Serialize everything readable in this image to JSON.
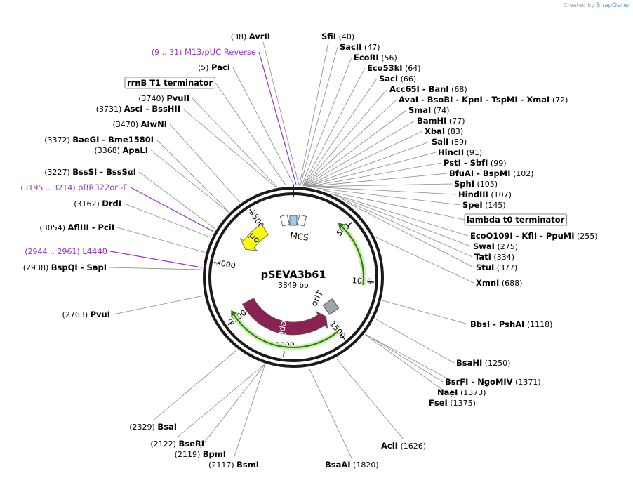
{
  "credit": {
    "created_by": "Created by",
    "brand": "SnapGene"
  },
  "plasmid": {
    "name": "pSEVA3b61",
    "size_text": "3849 bp",
    "length": 3849
  },
  "ticks": [
    {
      "label": "500",
      "bp": 500
    },
    {
      "label": "1000",
      "bp": 1000
    },
    {
      "label": "1500",
      "bp": 1500
    },
    {
      "label": "2000",
      "bp": 2000
    },
    {
      "label": "2500",
      "bp": 2500
    },
    {
      "label": "3000",
      "bp": 3000
    },
    {
      "label": "3500",
      "bp": 3500
    }
  ],
  "features": [
    {
      "label": "ori",
      "start": 3210,
      "end": 3520,
      "dir": -1,
      "color": "#ffff00",
      "label_color": "#000000"
    },
    {
      "label": "repB",
      "start": 1500,
      "end": 2590,
      "dir": -1,
      "color": "#8b2252",
      "label_color": "#ffffff"
    },
    {
      "label": "oriT",
      "start": 1340,
      "end": 1400,
      "dir": 0,
      "color": "#a0a4a8",
      "label_color": "#000000"
    },
    {
      "label": "MCS",
      "start": 30,
      "end": 160,
      "dir": 0,
      "color": "#ffffff",
      "label_color": "#000000"
    }
  ],
  "orfs": [
    {
      "start": 470,
      "end": 1030,
      "dir": 1
    },
    {
      "start": 1500,
      "end": 2540,
      "dir": -1
    }
  ],
  "labels_right": [
    {
      "pos": "(38)",
      "name": "AvrII"
    },
    {
      "name": "SfiI",
      "pos": "(40)"
    },
    {
      "name": "SacII",
      "pos": "(47)"
    },
    {
      "name": "EcoRI",
      "pos": "(56)"
    },
    {
      "name": "Eco53kI",
      "pos": "(64)"
    },
    {
      "name": "SacI",
      "pos": "(66)"
    },
    {
      "name": "Acc65I  -  BanI",
      "pos": "(68)"
    },
    {
      "name": "AvaI  -  BsoBI  -  KpnI  -  TspMI  -  XmaI",
      "pos": "(72)"
    },
    {
      "name": "SmaI",
      "pos": "(74)"
    },
    {
      "name": "BamHI",
      "pos": "(77)"
    },
    {
      "name": "XbaI",
      "pos": "(83)"
    },
    {
      "name": "SalI",
      "pos": "(89)"
    },
    {
      "name": "HincII",
      "pos": "(91)"
    },
    {
      "name": "PstI  -  SbfI",
      "pos": "(99)"
    },
    {
      "name": "BfuAI  -  BspMI",
      "pos": "(102)"
    },
    {
      "name": "SphI",
      "pos": "(105)"
    },
    {
      "name": "HindIII",
      "pos": "(107)"
    },
    {
      "name": "SpeI",
      "pos": "(145)"
    },
    {
      "name": "lambda t0 terminator",
      "pos": ""
    },
    {
      "name": "EcoO109I  -  KflI  -  PpuMI",
      "pos": "(255)"
    },
    {
      "name": "SwaI",
      "pos": "(275)"
    },
    {
      "name": "TatI",
      "pos": "(334)"
    },
    {
      "name": "StuI",
      "pos": "(377)"
    },
    {
      "name": "XmnI",
      "pos": "(688)"
    },
    {
      "name": "BbsI  -  PshAI",
      "pos": "(1118)"
    },
    {
      "name": "BsaHI",
      "pos": "(1250)"
    },
    {
      "name": "BsrFI  -  NgoMIV",
      "pos": "(1371)"
    },
    {
      "name": "NaeI",
      "pos": "(1373)"
    },
    {
      "name": "FseI",
      "pos": "(1375)"
    },
    {
      "name": "AclI",
      "pos": "(1626)"
    },
    {
      "name": "BsaAI",
      "pos": "(1820)"
    }
  ],
  "labels_left": [
    {
      "pos": "(9 .. 31)",
      "name": "M13/pUC Reverse"
    },
    {
      "pos": "(5)",
      "name": "PacI"
    },
    {
      "pos": "",
      "name": "rrnB T1 terminator"
    },
    {
      "pos": "(3740)",
      "name": "PvuII"
    },
    {
      "pos": "(3731)",
      "name": "AscI  -  BssHII"
    },
    {
      "pos": "(3470)",
      "name": "AlwNI"
    },
    {
      "pos": "(3372)",
      "name": "BaeGI  -  Bme1580I"
    },
    {
      "pos": "(3368)",
      "name": "ApaLI"
    },
    {
      "pos": "(3227)",
      "name": "BssSI  -  BssSαI"
    },
    {
      "pos": "(3195 .. 3214)",
      "name": "pBR322ori-F"
    },
    {
      "pos": "(3162)",
      "name": "DrdI"
    },
    {
      "pos": "(3054)",
      "name": "AflIII  -  PciI"
    },
    {
      "pos": "(2944 .. 2961)",
      "name": "L4440"
    },
    {
      "pos": "(2938)",
      "name": "BspQI  -  SapI"
    },
    {
      "pos": "(2763)",
      "name": "PvuI"
    },
    {
      "pos": "(2329)",
      "name": "BsaI"
    },
    {
      "pos": "(2122)",
      "name": "BseRI"
    },
    {
      "pos": "(2119)",
      "name": "BpmI"
    },
    {
      "pos": "(2117)",
      "name": "BsmI"
    }
  ]
}
